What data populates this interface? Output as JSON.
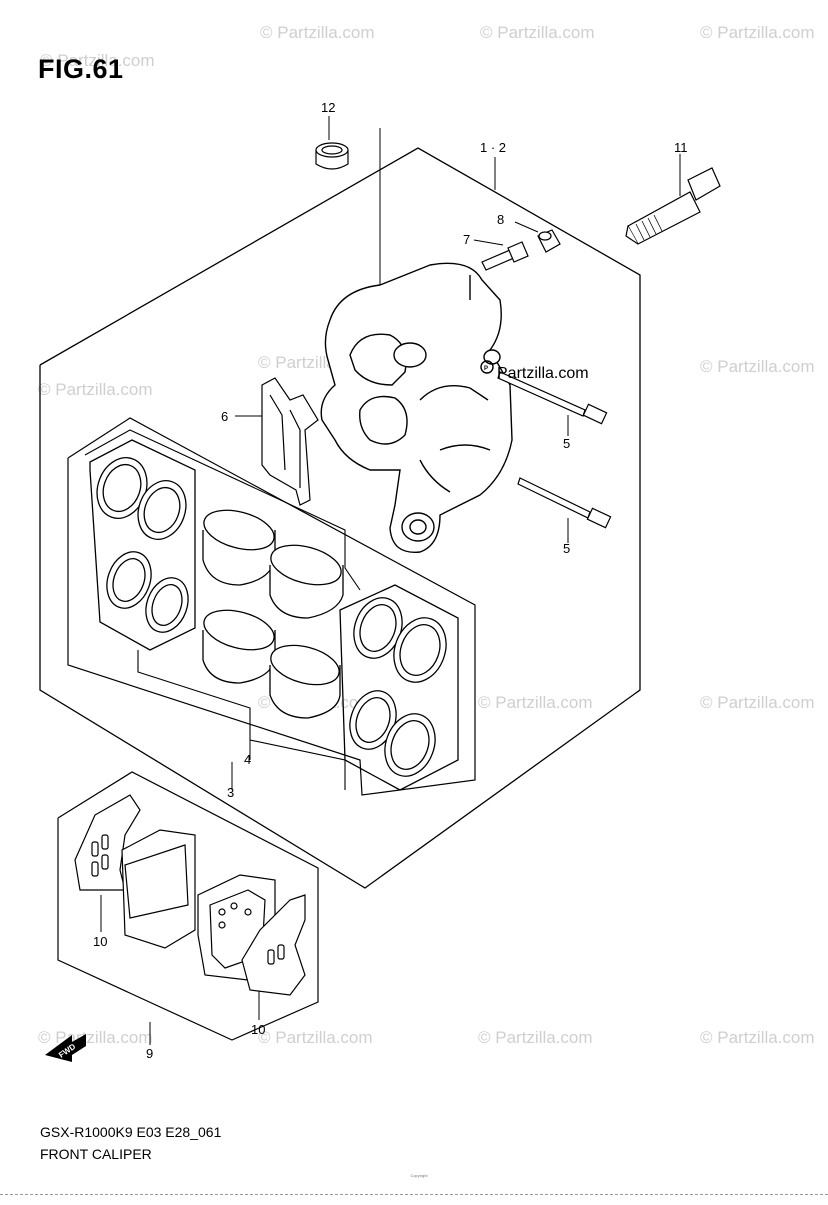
{
  "figure": {
    "title": "FIG.61",
    "code": "GSX-R1000K9 E03 E28_061",
    "name": "FRONT CALIPER",
    "copyright": "Copyright",
    "fwd_label": "FWD"
  },
  "watermark": {
    "text": "© Partzilla.com",
    "overlay_text": "Partzilla.com"
  },
  "callouts": {
    "c12": "12",
    "c1_2": "1 · 2",
    "c11": "11",
    "c8": "8",
    "c7": "7",
    "c6": "6",
    "c5a": "5",
    "c5b": "5",
    "c4": "4",
    "c3": "3",
    "c10a": "10",
    "c10b": "10",
    "c9": "9"
  }
}
